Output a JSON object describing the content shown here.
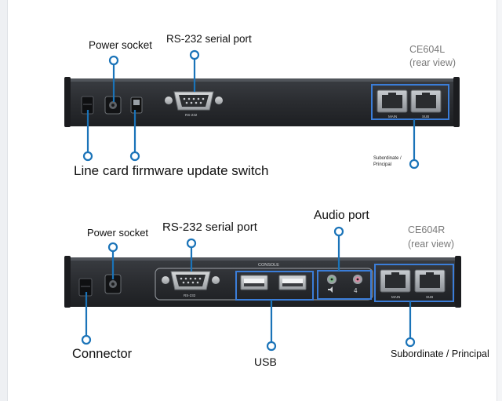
{
  "units": {
    "local": {
      "model": "CE604L",
      "view": "(rear view)",
      "labels": {
        "power_socket": "Power socket",
        "rs232_port": "RS-232 serial port",
        "firmware_switch": "Line card firmware update switch",
        "subordinate_principal": [
          "Subordinate /",
          "Principal"
        ]
      },
      "printed": {
        "rs232": "RS-232",
        "main": "MAIN",
        "sub": "SUB"
      }
    },
    "remote": {
      "model": "CE604R",
      "view": "(rear view)",
      "labels": {
        "power_socket": "Power socket",
        "rs232_port": "RS-232 serial port",
        "audio_port": "Audio port",
        "connector": "Connector",
        "usb": "USB",
        "subordinate_principal": "Subordinate / Principal"
      },
      "printed": {
        "console": "CONSOLE",
        "rs232": "RS-232",
        "main": "MAIN",
        "sub": "SUB",
        "audio_num": "4"
      }
    }
  },
  "colors": {
    "callout": "#1a73b8",
    "device": "#2a2c30",
    "highlight_box": "#3b7dd8"
  }
}
